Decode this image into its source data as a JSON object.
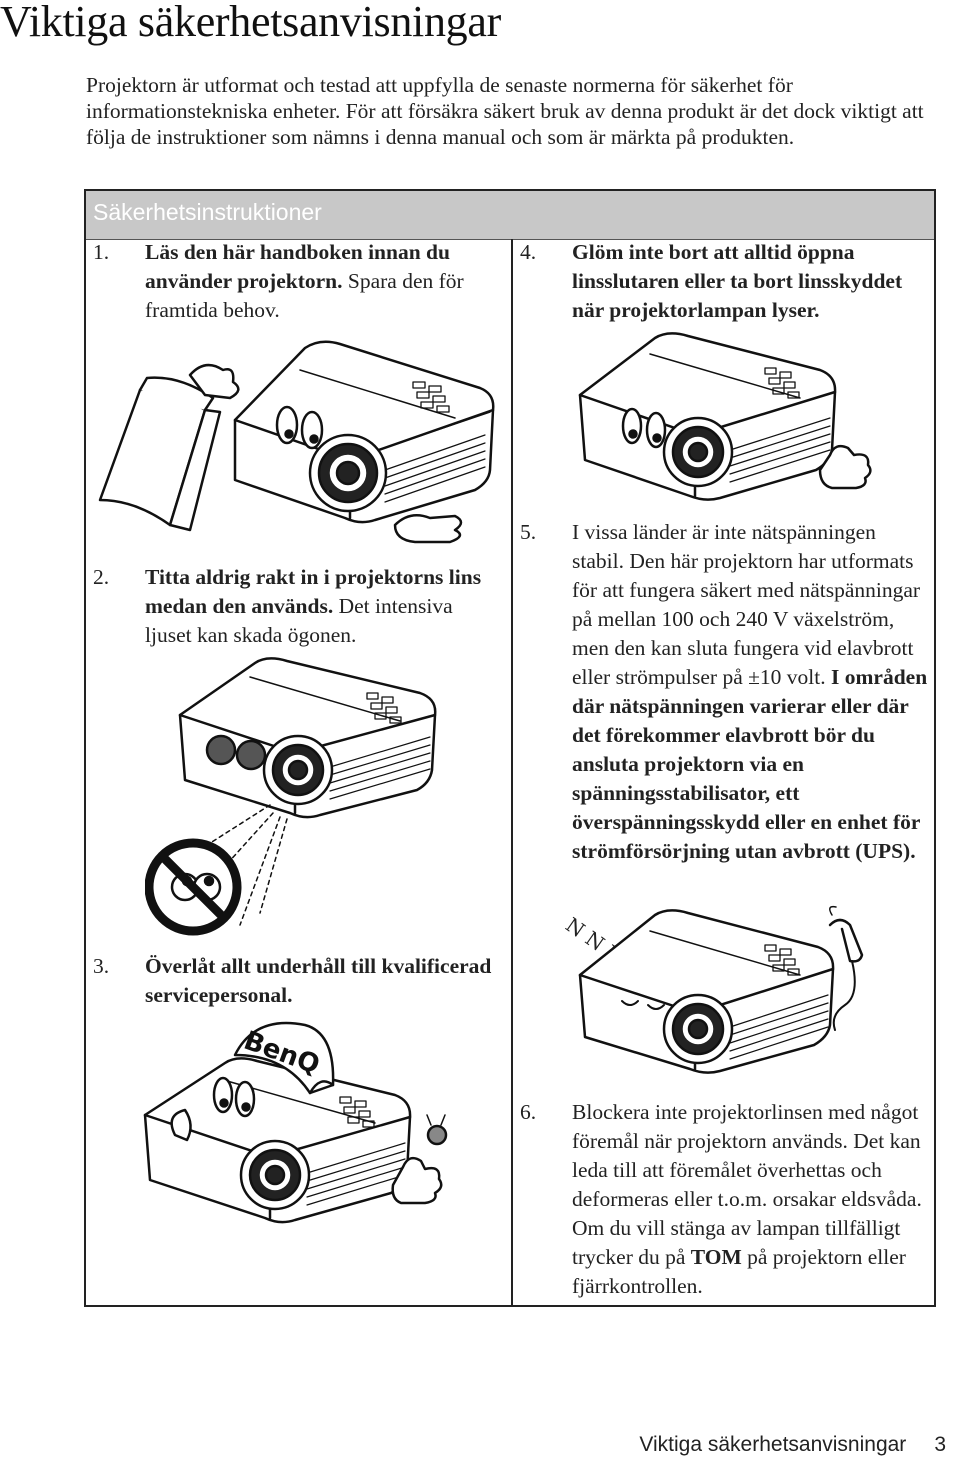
{
  "page": {
    "title": "Viktiga säkerhetsanvisningar",
    "intro": "Projektorn är utformat och testad att uppfylla de senaste normerna för säkerhet för informationstekniska enheter. För att försäkra säkert bruk av denna produkt är det dock viktigt att följa de instruktioner som nämns i denna manual och som är märkta på produkten."
  },
  "section": {
    "header": "Säkerhetsinstruktioner"
  },
  "items": [
    {
      "num": "1.",
      "bold": "Läs den här handboken innan du använder projektorn.",
      "rest": " Spara den för framtida behov."
    },
    {
      "num": "2.",
      "bold": "Titta aldrig rakt in i projektorns lins medan den används.",
      "rest": " Det intensiva ljuset kan skada ögonen."
    },
    {
      "num": "3.",
      "bold": "Överlåt allt underhåll till kvalificerad servicepersonal.",
      "rest": ""
    },
    {
      "num": "4.",
      "bold": "Glöm inte bort att alltid öppna linsslutaren eller ta bort linsskyddet när projektorlampan lyser.",
      "rest": ""
    },
    {
      "num": "5.",
      "pre": "I vissa länder är inte nätspänningen stabil. Den här projektorn har utformats för att fungera säkert med nätspänningar på mellan 100 och 240 V växelström, men den kan sluta fungera vid elavbrott eller strömpulser på ±10 volt. ",
      "bold": "I områden där nätspänningen varierar eller där det förekommer elavbrott bör du ansluta projektorn via en spänningsstabilisator, ett överspänningsskydd eller en enhet för strömförsörjning utan avbrott (UPS).",
      "rest": ""
    },
    {
      "num": "6.",
      "pre": "Blockera inte projektorlinsen med något föremål när projektorn används. Det kan leda till att föremålet överhettas och deformeras eller t.o.m. orsakar eldsvåda. Om du vill stänga av lampan tillfälligt trycker du på ",
      "bold": "TOM",
      "rest": " på projektorn eller fjärrkontrollen."
    }
  ],
  "illustrations": {
    "cap_logo": "BenQ",
    "snore": "N N N"
  },
  "footer": {
    "text": "Viktiga säkerhetsanvisningar",
    "page_number": "3"
  }
}
